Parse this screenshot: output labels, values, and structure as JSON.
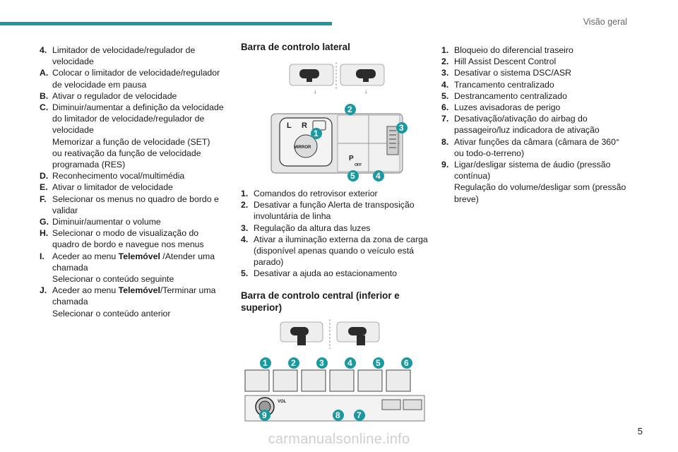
{
  "header": {
    "section": "Visão geral",
    "accent_color": "#1a9aa0"
  },
  "page_number": "5",
  "watermark": "carmanualsonline.info",
  "col1": {
    "items": [
      {
        "key": "4.",
        "lines": [
          "Limitador de velocidade/regulador de",
          "velocidade"
        ]
      },
      {
        "key": "A.",
        "lines": [
          "Colocar o limitador de velocidade/regulador",
          "de velocidade em pausa"
        ]
      },
      {
        "key": "B.",
        "lines": [
          "Ativar o regulador de velocidade"
        ]
      },
      {
        "key": "C.",
        "lines": [
          "Diminuir/aumentar a definição da velocidade",
          "do limitador de velocidade/regulador de",
          "velocidade",
          "Memorizar a função de velocidade (SET)",
          "ou reativação da função de velocidade",
          "programada (RES)"
        ]
      },
      {
        "key": "D.",
        "lines": [
          "Reconhecimento vocal/multimédia"
        ]
      },
      {
        "key": "E.",
        "lines": [
          "Ativar o limitador de velocidade"
        ]
      },
      {
        "key": "F.",
        "lines": [
          "Selecionar os menus no quadro de bordo e",
          "validar"
        ]
      },
      {
        "key": "G.",
        "lines": [
          "Diminuir/aumentar o volume"
        ]
      },
      {
        "key": "H.",
        "lines": [
          " Selecionar o modo de visualização do",
          "quadro de bordo e navegue nos menus"
        ]
      },
      {
        "key": "I.",
        "pre": "Aceder ao menu ",
        "bold": "Telemóvel",
        "post": " /Atender uma",
        "lines": [
          "chamada",
          "Selecionar o conteúdo seguinte"
        ]
      },
      {
        "key": "J.",
        "pre": "Aceder ao menu ",
        "bold": "Telemóvel",
        "post": "/Terminar uma",
        "lines": [
          "chamada",
          "Selecionar o conteúdo anterior"
        ]
      }
    ]
  },
  "col2": {
    "heading1": "Barra de controlo lateral",
    "fig1": {
      "mirror_label": "MIRROR",
      "l": "L",
      "r": "R",
      "p_label": "P",
      "off_label": "OFF",
      "badges": [
        "1",
        "2",
        "3",
        "4",
        "5"
      ]
    },
    "items": [
      {
        "key": "1.",
        "lines": [
          "Comandos do retrovisor exterior"
        ]
      },
      {
        "key": "2.",
        "lines": [
          "Desativar a função Alerta de transposição",
          "involuntária de linha"
        ]
      },
      {
        "key": "3.",
        "lines": [
          "Regulação da altura das luzes"
        ]
      },
      {
        "key": "4.",
        "lines": [
          "Ativar a iluminação externa da zona de carga",
          "(disponível apenas quando o veículo está",
          "parado)"
        ]
      },
      {
        "key": "5.",
        "lines": [
          "Desativar a ajuda ao estacionamento"
        ]
      }
    ],
    "heading2": "Barra de controlo central (inferior e superior)",
    "fig2": {
      "vol_label": "VOL",
      "badges": [
        "1",
        "2",
        "3",
        "4",
        "5",
        "6",
        "7",
        "8",
        "9"
      ]
    }
  },
  "col3": {
    "items": [
      {
        "key": "1.",
        "lines": [
          "Bloqueio do diferencial traseiro"
        ]
      },
      {
        "key": "2.",
        "lines": [
          "Hill Assist Descent Control"
        ]
      },
      {
        "key": "3.",
        "lines": [
          "Desativar o sistema DSC/ASR"
        ]
      },
      {
        "key": "4.",
        "lines": [
          "Trancamento centralizado"
        ]
      },
      {
        "key": "5.",
        "lines": [
          "Destrancamento centralizado"
        ]
      },
      {
        "key": "6.",
        "lines": [
          "Luzes avisadoras de perigo"
        ]
      },
      {
        "key": "7.",
        "lines": [
          "Desativação/ativação do airbag do",
          "passageiro/luz indicadora de ativação"
        ]
      },
      {
        "key": "8.",
        "lines": [
          "Ativar funções da câmara (câmara de 360°",
          "ou todo-o-terreno)"
        ]
      },
      {
        "key": "9.",
        "lines": [
          "Ligar/desligar sistema de áudio (pressão",
          "contínua)",
          "Regulação do volume/desligar som (pressão",
          "breve)"
        ]
      }
    ]
  }
}
